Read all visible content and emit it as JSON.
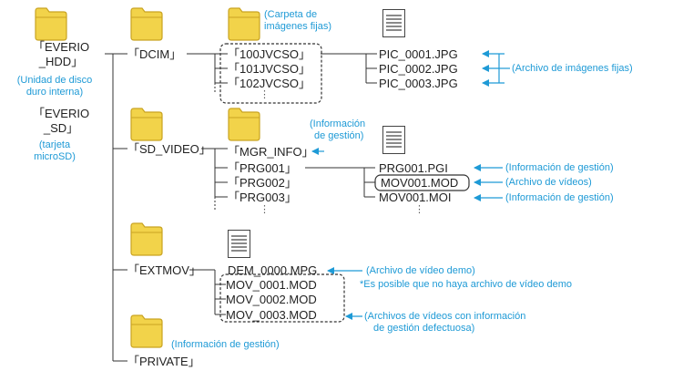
{
  "colors": {
    "folder_fill": "#f2d34a",
    "folder_stroke": "#c9a321",
    "line": "#333333",
    "blue": "#1e9ad6",
    "text": "#222222"
  },
  "root": {
    "hdd_line1": "「EVERIO",
    "hdd_line2": "_HDD」",
    "hdd_desc1": "(Unidad de disco",
    "hdd_desc2": "duro interna)",
    "sd_line1": "「EVERIO",
    "sd_line2": "_SD」",
    "sd_desc1": "(tarjeta",
    "sd_desc2": "microSD)"
  },
  "dcim": {
    "label": "「DCIM」",
    "note1": "(Carpeta de",
    "note2": "imágenes fijas)",
    "subfolders": [
      "「100JVCSO」",
      "「101JVCSO」",
      "「102JVCSO」"
    ],
    "files": [
      "PIC_0001.JPG",
      "PIC_0002.JPG",
      "PIC_0003.JPG"
    ],
    "files_note": "(Archivo de imágenes fijas)"
  },
  "sd_video": {
    "label": "「SD_VIDEO」",
    "mgr_note1": "(Información",
    "mgr_note2": "de gestión)",
    "mgr_info": "「MGR_INFO」",
    "prg": [
      "「PRG001」",
      "「PRG002」",
      "「PRG003」"
    ],
    "files": [
      "PRG001.PGI",
      "MOV001.MOD",
      "MOV001.MOI"
    ],
    "file_notes": [
      "(Información de gestión)",
      "(Archivo de vídeos)",
      "(Información de gestión)"
    ]
  },
  "extmov": {
    "label": "「EXTMOV」",
    "demo_file": "DEM_0000.MPG",
    "demo_note": "(Archivo de vídeo demo)",
    "demo_note2": "*Es posible que no haya archivo de vídeo demo",
    "mov_files": [
      "MOV_0001.MOD",
      "MOV_0002.MOD",
      "MOV_0003.MOD"
    ],
    "mov_note1": "(Archivos de vídeos con información",
    "mov_note2": "de gestión defectuosa)"
  },
  "private": {
    "note": "(Información de gestión)",
    "label": "「PRIVATE」"
  },
  "ellipsis": "⋮"
}
